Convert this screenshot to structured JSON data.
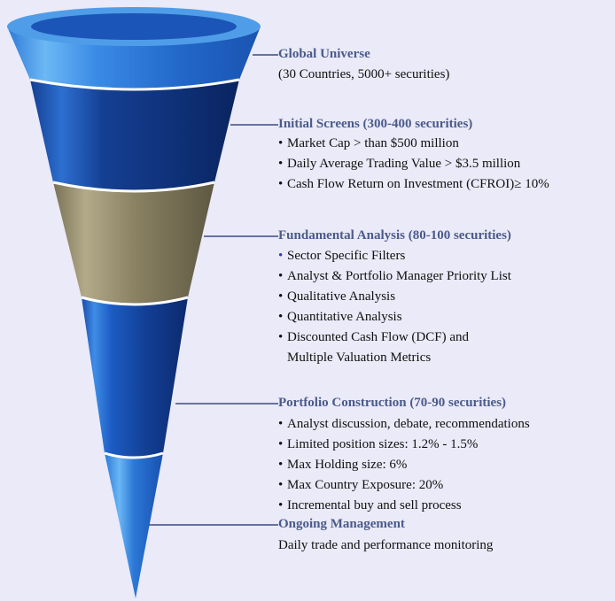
{
  "stages": [
    {
      "title": "Global Universe",
      "lines": [
        {
          "bullet": "",
          "text": "(30 Countries, 5000+ securities)"
        }
      ]
    },
    {
      "title": "Initial Screens (300-400 securities)",
      "lines": [
        {
          "bullet": "•",
          "text": "Market Cap > than $500 million"
        },
        {
          "bullet": "•",
          "text": "Daily Average Trading Value > $3.5 million"
        },
        {
          "bullet": "•",
          "text": "Cash Flow Return on Investment (CFROI)≥ 10%"
        }
      ]
    },
    {
      "title": "Fundamental Analysis (80-100 securities)",
      "lines": [
        {
          "bullet": "•",
          "text": "Sector Specific Filters"
        },
        {
          "bullet": "•",
          "text": "Analyst & Portfolio Manager Priority List"
        },
        {
          "bullet": "•",
          "text": "Qualitative Analysis"
        },
        {
          "bullet": "•",
          "text": "Quantitative Analysis"
        },
        {
          "bullet": "•",
          "text": "Discounted Cash Flow (DCF) and"
        },
        {
          "bullet": "",
          "text": "Multiple Valuation Metrics"
        }
      ]
    },
    {
      "title": "Portfolio Construction (70-90 securities)",
      "lines": [
        {
          "bullet": "•",
          "text": "Analyst discussion, debate, recommendations"
        },
        {
          "bullet": "•",
          "text": "Limited position sizes:  1.2% - 1.5%"
        },
        {
          "bullet": "•",
          "text": "Max Holding size:  6%"
        },
        {
          "bullet": "•",
          "text": "Max Country Exposure:  20%"
        },
        {
          "bullet": "•",
          "text": "Incremental buy and sell process"
        }
      ]
    },
    {
      "title": "Ongoing Management",
      "lines": [
        {
          "bullet": "",
          "text": "Daily trade and performance monitoring"
        }
      ]
    }
  ],
  "colors": {
    "background": "#eaeaf8",
    "funnel_blue_light": "#5aa8f0",
    "funnel_blue_mid": "#1e64c8",
    "funnel_blue_dark": "#0e2f7a",
    "funnel_band_gold": "#8e8566",
    "title_text": "#4a5a8a",
    "body_text": "#101010",
    "connector": "#3b4a84"
  }
}
